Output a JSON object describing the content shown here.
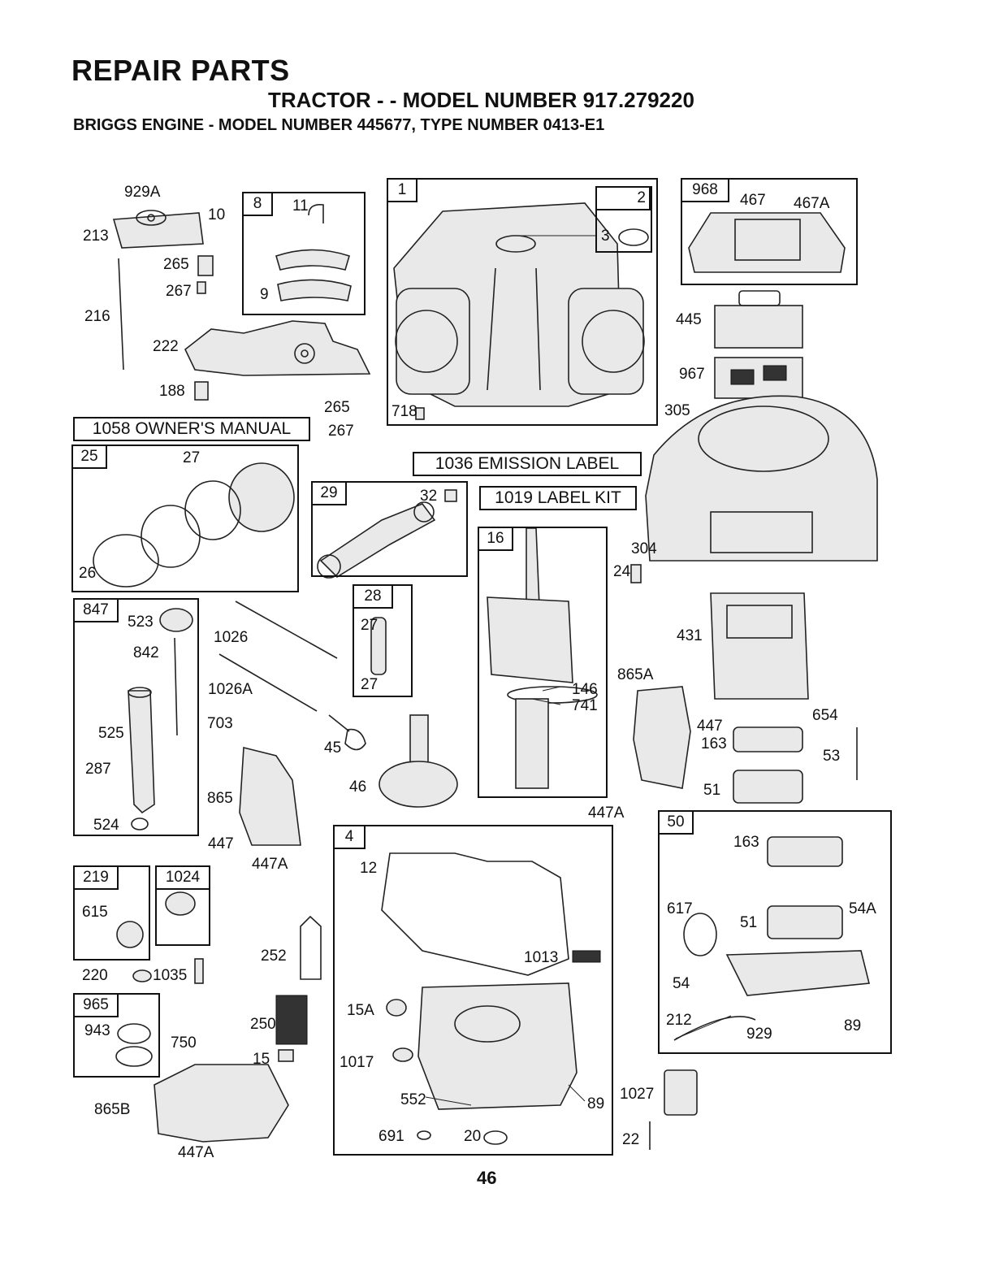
{
  "header": {
    "title": "REPAIR PARTS",
    "subtitle": "TRACTOR - - MODEL NUMBER 917.279220",
    "engine": "BRIGGS ENGINE - MODEL NUMBER 445677, TYPE NUMBER 0413-E1"
  },
  "page_number": "46",
  "boxed_items": {
    "owners_manual": "1058 OWNER'S MANUAL",
    "emission_label": "1036 EMISSION LABEL",
    "label_kit": "1019 LABEL KIT"
  },
  "group_tags": [
    "8",
    "1",
    "2",
    "968",
    "25",
    "29",
    "16",
    "28",
    "847",
    "4",
    "50",
    "219",
    "1024",
    "965"
  ],
  "part_labels": [
    "929A",
    "10",
    "213",
    "11",
    "9",
    "265",
    "267",
    "216",
    "222",
    "188",
    "265",
    "267",
    "3",
    "718",
    "467",
    "467A",
    "445",
    "967",
    "305",
    "304",
    "27",
    "26",
    "32",
    "24",
    "523",
    "842",
    "1026",
    "1026A",
    "27",
    "27",
    "431",
    "146",
    "741",
    "865A",
    "703",
    "45",
    "525",
    "287",
    "46",
    "447",
    "163",
    "654",
    "53",
    "51",
    "865",
    "524",
    "447A",
    "447",
    "447A",
    "12",
    "163",
    "615",
    "1013",
    "617",
    "54A",
    "51",
    "252",
    "220",
    "1035",
    "15A",
    "943",
    "250",
    "750",
    "15",
    "1017",
    "54",
    "212",
    "929",
    "89",
    "552",
    "89",
    "1027",
    "865B",
    "691",
    "20",
    "22",
    "447A"
  ]
}
